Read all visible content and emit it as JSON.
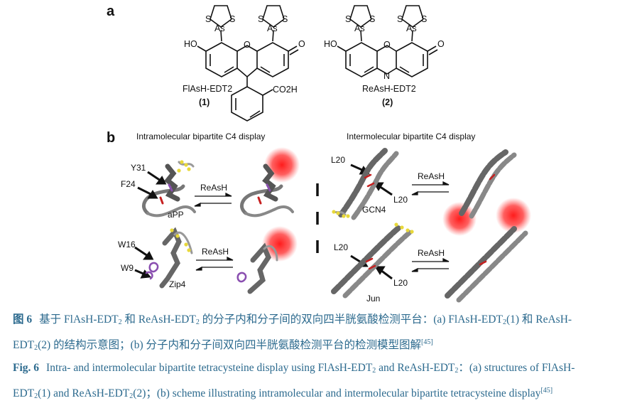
{
  "panel_a": {
    "label": "a",
    "compound1": {
      "atoms": {
        "S": "S",
        "As": "As",
        "HO": "HO",
        "O": "O",
        "CO2H": "CO2H"
      },
      "name": "FlAsH-EDT2",
      "number": "(1)"
    },
    "compound2": {
      "atoms": {
        "S": "S",
        "As": "As",
        "HO": "HO",
        "O": "O",
        "N": "N"
      },
      "name": "ReAsH-EDT2",
      "number": "(2)"
    }
  },
  "panel_b": {
    "label": "b",
    "left_title": "Intramolecular bipartite C4 display",
    "right_title": "Intermolecular bipartite C4 display",
    "reagent": "ReAsH",
    "app": {
      "name": "aPP",
      "residues": [
        "Y31",
        "F24"
      ]
    },
    "zip4": {
      "name": "Zip4",
      "residues": [
        "W16",
        "W9"
      ]
    },
    "gcn4": {
      "name": "GCN4",
      "residues": [
        "L20",
        "L20"
      ]
    },
    "jun": {
      "name": "Jun",
      "residues": [
        "L20",
        "L20"
      ]
    }
  },
  "captions": {
    "cn_label": "图 6",
    "cn_line1_parts": [
      "基于 FlAsH-EDT",
      "2",
      " 和 ReAsH-EDT",
      "2",
      " 的分子内和分子间的双向四半胱氨酸检测平台：(a) FlAsH-EDT",
      "2",
      "(1) 和 ReAsH-"
    ],
    "cn_line2_parts": [
      "EDT",
      "2",
      "(2) 的结构示意图；(b) 分子内和分子间双向四半胱氨酸检测平台的检测模型图解",
      "[45]"
    ],
    "en_label": "Fig. 6",
    "en_line1_parts": [
      "Intra- and intermolecular bipartite tetracysteine display using FlAsH-EDT",
      "2",
      " and ReAsH-EDT",
      "2",
      "：(a) structures of FlAsH-"
    ],
    "en_line2_parts": [
      "EDT",
      "2",
      "(1) and ReAsH-EDT",
      "2",
      "(2)；(b) scheme illustrating intramolecular and intermolecular bipartite tetracysteine display",
      "[45]"
    ]
  }
}
